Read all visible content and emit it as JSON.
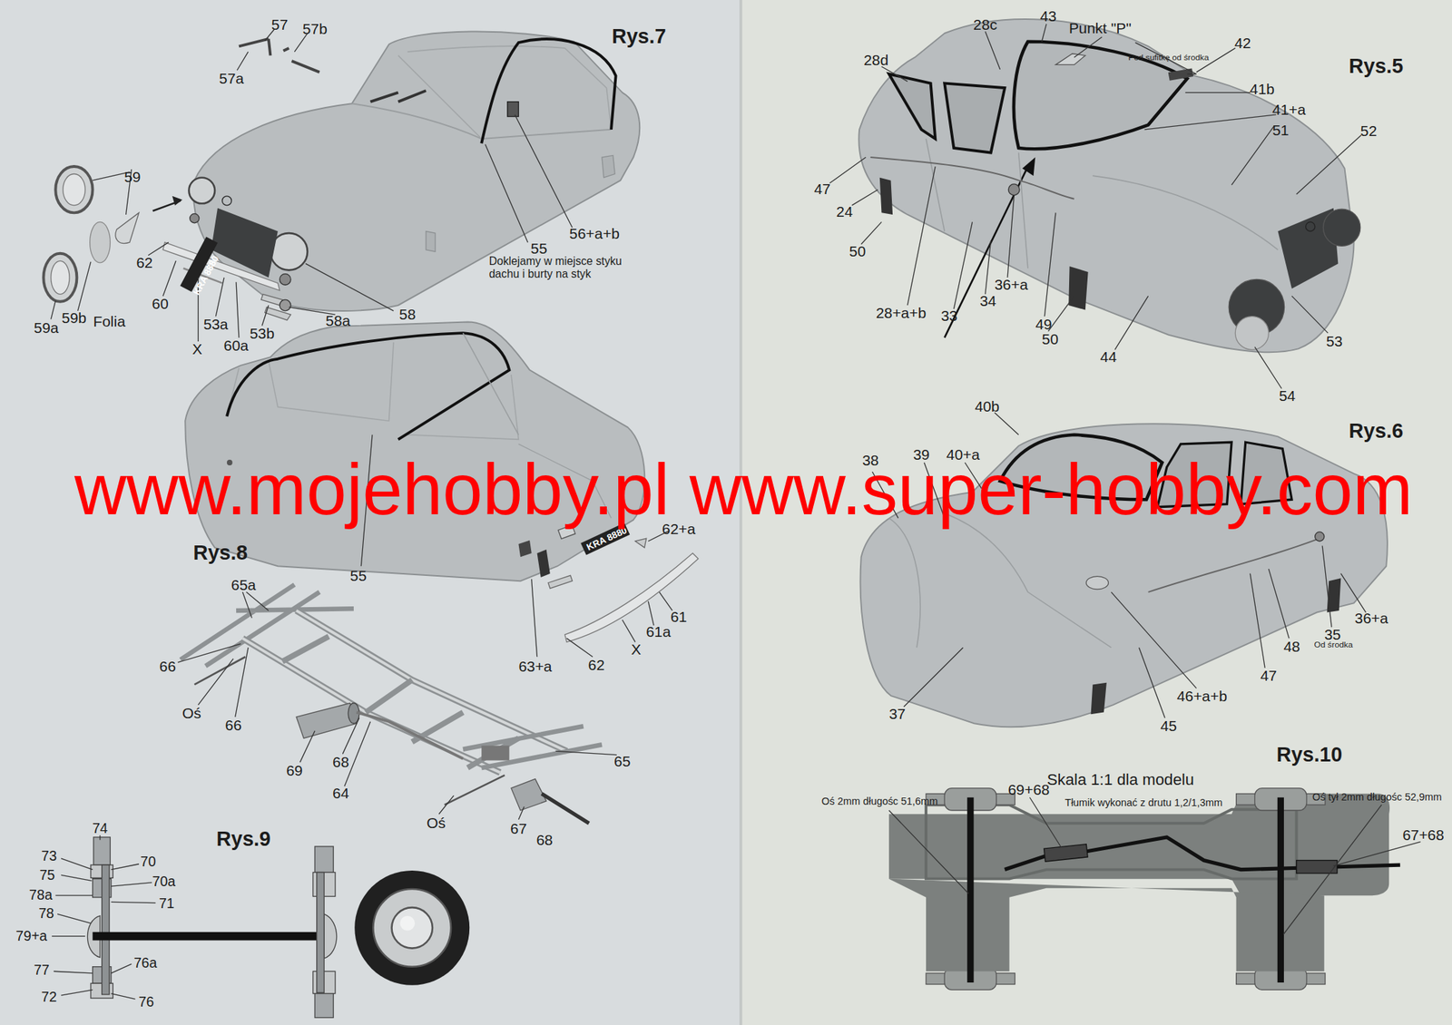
{
  "diagram": {
    "labels": [
      "Rys.7",
      "57",
      "57b",
      "57a",
      "59",
      "56+a+b",
      "55",
      "Doklejamy w miejsce styku dachu i burty na styk",
      "62",
      "60",
      "Folia",
      "59b",
      "59a",
      "53a",
      "53b",
      "58a",
      "58",
      "60a",
      "X",
      "KRA 8880",
      "Rys.8",
      "55",
      "62+a",
      "KRA 8880",
      "65a",
      "61",
      "61a",
      "X",
      "62",
      "63+a",
      "66",
      "Oś",
      "66",
      "68",
      "65",
      "69",
      "64",
      "Oś",
      "67",
      "68",
      "Rys.9",
      "74",
      "73",
      "70",
      "75",
      "70a",
      "78a",
      "71",
      "78",
      "79+a",
      "76a",
      "77",
      "72",
      "76",
      "43",
      "28c",
      "Punkt \"P\"",
      "42",
      "Pod sufitkę od środka",
      "28d",
      "Rys.5",
      "41b",
      "41+a",
      "51",
      "52",
      "47",
      "24",
      "50",
      "36+a",
      "34",
      "28+a+b",
      "33",
      "49",
      "50",
      "53",
      "44",
      "54",
      "40b",
      "Rys.6",
      "39",
      "40+a",
      "38",
      "36+a",
      "35",
      "Od środka",
      "48",
      "47",
      "46+a+b",
      "37",
      "45",
      "Rys.10",
      "Skala 1:1 dla modelu",
      "69+68",
      "Oś 2mm długośc 51,6mm",
      "Oś tył 2mm długośc 52,9mm",
      "Tłumik wykonać z drutu 1,2/1,3mm",
      "67+68",
      "www.mojehobby.pl www.super-hobby.com"
    ]
  }
}
